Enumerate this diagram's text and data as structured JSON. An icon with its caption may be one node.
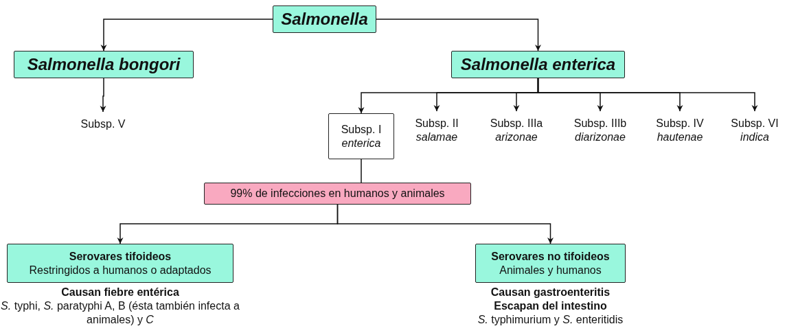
{
  "diagram": {
    "nodes": [
      {
        "text": [
          "Salmonella"
        ]
      },
      {
        "text": [
          "Salmonella bongori"
        ]
      },
      {
        "text": [
          "Salmonella enterica"
        ]
      },
      {
        "text": [
          "Subsp. V"
        ]
      },
      {
        "text": [
          "Subsp. I",
          "enterica"
        ]
      },
      {
        "text": [
          "Subsp. II",
          "salamae"
        ]
      },
      {
        "text": [
          "Subsp. IIIa",
          "arizonae"
        ]
      },
      {
        "text": [
          "Subsp. IIIb",
          "diarizonae"
        ]
      },
      {
        "text": [
          "Subsp. IV",
          "hautenae"
        ]
      },
      {
        "text": [
          "Subsp. VI",
          "indica"
        ]
      },
      {
        "text": [
          "99% de infecciones en humanos y animales"
        ]
      },
      {
        "text": [
          "Serovares tifoideos",
          "Restringidos a humanos o adaptados"
        ],
        "beside": [
          "Causan fiebre entérica",
          "*S.* typhi, *S.* paratyphi A, B (ésta también infecta a animales) y *C*"
        ]
      },
      {
        "text": [
          "Serovares no tifoideos",
          "Animales y humanos"
        ],
        "beside": [
          "Causan gastroenteritis",
          "Escapan del intestino",
          "*S.* typhimurium y *S.* enteritidis"
        ]
      }
    ],
    "edges": [
      {
        "from": 0,
        "to": 1,
        "arrow": "to"
      },
      {
        "from": 0,
        "to": 2,
        "arrow": "to"
      },
      {
        "from": 1,
        "to": 3,
        "arrow": "to"
      },
      {
        "from": 2,
        "to": 4,
        "arrow": "to"
      },
      {
        "from": 2,
        "to": 5,
        "arrow": "to"
      },
      {
        "from": 2,
        "to": 6,
        "arrow": "to"
      },
      {
        "from": 2,
        "to": 7,
        "arrow": "to"
      },
      {
        "from": 2,
        "to": 8,
        "arrow": "to"
      },
      {
        "from": 2,
        "to": 9,
        "arrow": "to"
      },
      {
        "from": 4,
        "to": 10,
        "arrow": "none"
      },
      {
        "from": 10,
        "to": 11,
        "arrow": "to"
      },
      {
        "from": 10,
        "to": 12,
        "arrow": "to"
      }
    ]
  }
}
